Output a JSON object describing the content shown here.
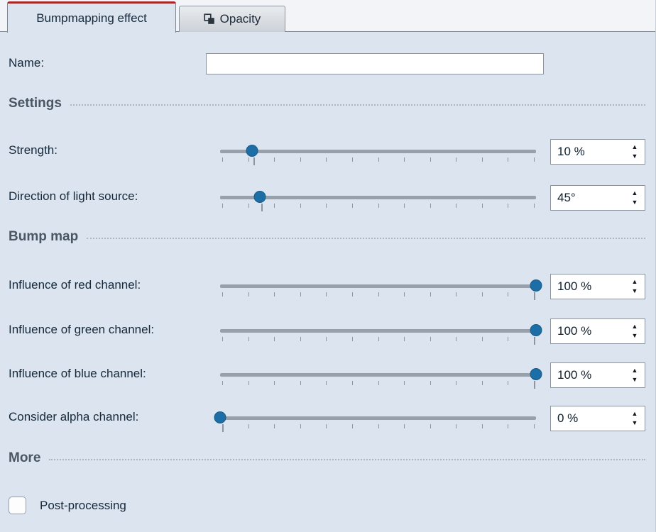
{
  "tabs": {
    "bumpmapping": {
      "label": "Bumpmapping effect",
      "active": true
    },
    "opacity": {
      "label": "Opacity",
      "active": false,
      "icon": "opacity-icon"
    }
  },
  "name": {
    "label": "Name:",
    "value": "",
    "placeholder": ""
  },
  "sections": {
    "settings": "Settings",
    "bump_map": "Bump map",
    "more": "More"
  },
  "sliders": [
    {
      "label": "Strength:",
      "display": "10 %",
      "value": 10,
      "percent": 10,
      "unit": "%"
    },
    {
      "label": "Direction of light source:",
      "display": "45°",
      "value": 45,
      "percent": 12.5,
      "unit": "°"
    },
    {
      "label": "Influence of red channel:",
      "display": "100 %",
      "value": 100,
      "percent": 100,
      "unit": "%"
    },
    {
      "label": "Influence of green channel:",
      "display": "100 %",
      "value": 100,
      "percent": 100,
      "unit": "%"
    },
    {
      "label": "Influence of blue channel:",
      "display": "100 %",
      "value": 100,
      "percent": 100,
      "unit": "%"
    },
    {
      "label": "Consider alpha channel:",
      "display": "0 %",
      "value": 0,
      "percent": 0,
      "unit": "%"
    }
  ],
  "checkbox": {
    "label": "Post-processing",
    "checked": false
  },
  "icons": {
    "spin_up": "▲",
    "spin_down": "▼"
  },
  "colors": {
    "accent_red": "#a8252a",
    "handle_blue": "#1d6ea6",
    "panel_bg": "#dbe4ef"
  }
}
